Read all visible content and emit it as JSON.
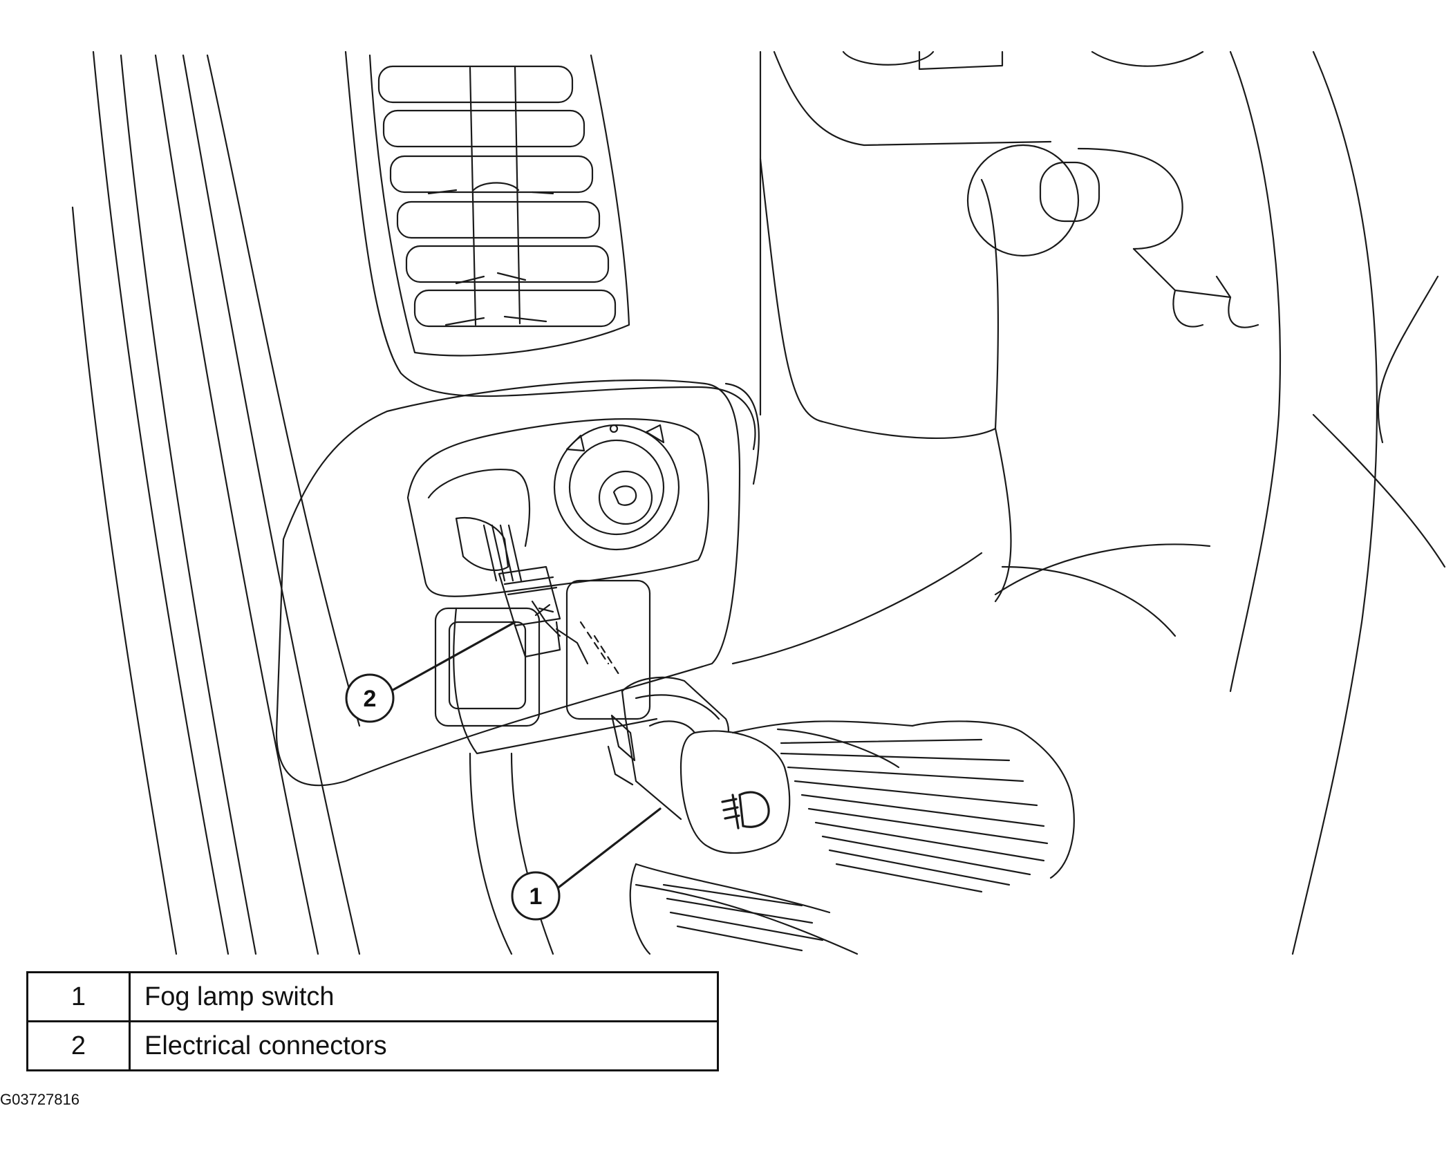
{
  "callouts": [
    {
      "number": "1",
      "label": "Fog lamp switch"
    },
    {
      "number": "2",
      "label": "Electrical connectors"
    }
  ],
  "legend": {
    "rows": [
      {
        "number": "1",
        "label": "Fog lamp switch"
      },
      {
        "number": "2",
        "label": "Electrical connectors"
      }
    ]
  },
  "figure_id": "G03727816",
  "icons": [
    "fog-lamp-icon",
    "mirror-adjust-icon"
  ],
  "colors": {
    "line": "#1a1a1a",
    "background": "#ffffff"
  }
}
